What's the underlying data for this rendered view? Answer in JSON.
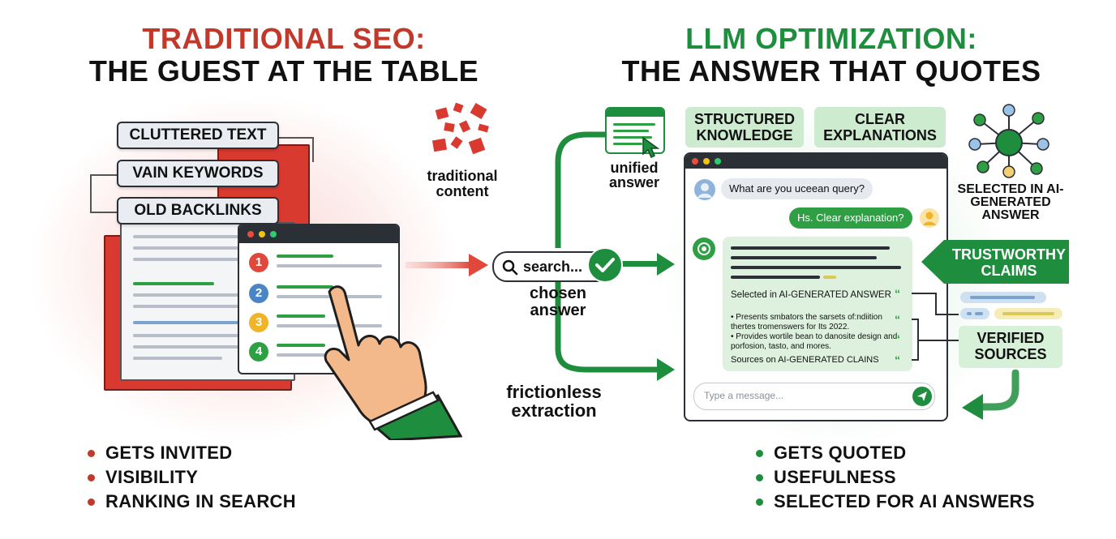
{
  "left": {
    "title_line1": "TRADITIONAL SEO:",
    "title_line2": "THE GUEST AT THE TABLE",
    "tags": [
      "CLUTTERED TEXT",
      "VAIN KEYWORDS",
      "OLD BACKLINKS"
    ],
    "list_numbers": [
      "1",
      "2",
      "3",
      "4"
    ],
    "bullets": [
      "GETS INVITED",
      "VISIBILITY",
      "RANKING IN SEARCH"
    ]
  },
  "middle": {
    "traditional_content": "traditional content",
    "search_text": "search...",
    "chosen_answer": "chosen answer",
    "unified_answer": "unified answer",
    "frictionless_extraction": "frictionless extraction"
  },
  "right": {
    "title_line1": "LLM OPTIMIZATION:",
    "title_line2": "THE ANSWER THAT QUOTES",
    "chip_structured": "STRUCTURED KNOWLEDGE",
    "chip_clear": "CLEAR EXPLANATIONS",
    "selected_badge": "SELECTED IN AI-GENERATED ANSWER",
    "trustworthy_badge": "TRUSTWORTHY CLAIMS",
    "verified_badge": "VERIFIED SOURCES",
    "chat": {
      "user_query": "What are you uceean query?",
      "reply": "Hs. Clear explanation?",
      "selected_line": "Selected in AI-GENERATED ANSWER",
      "bullet1": "Presents smbators the sarsets of:ndiition thertes tromenswers for Its 2022.",
      "bullet2": "Provides wortile bean to danosite design and porfosion, tasto, and mores.",
      "sources_line": "Sources on AI-GENERATED CLAINS",
      "input_placeholder": "Type a message..."
    },
    "bullets": [
      "GETS QUOTED",
      "USEFULNESS",
      "SELECTED FOR AI ANSWERS"
    ]
  },
  "colors": {
    "red": "#c0392b",
    "green": "#1e8e3e",
    "dark": "#111111"
  }
}
